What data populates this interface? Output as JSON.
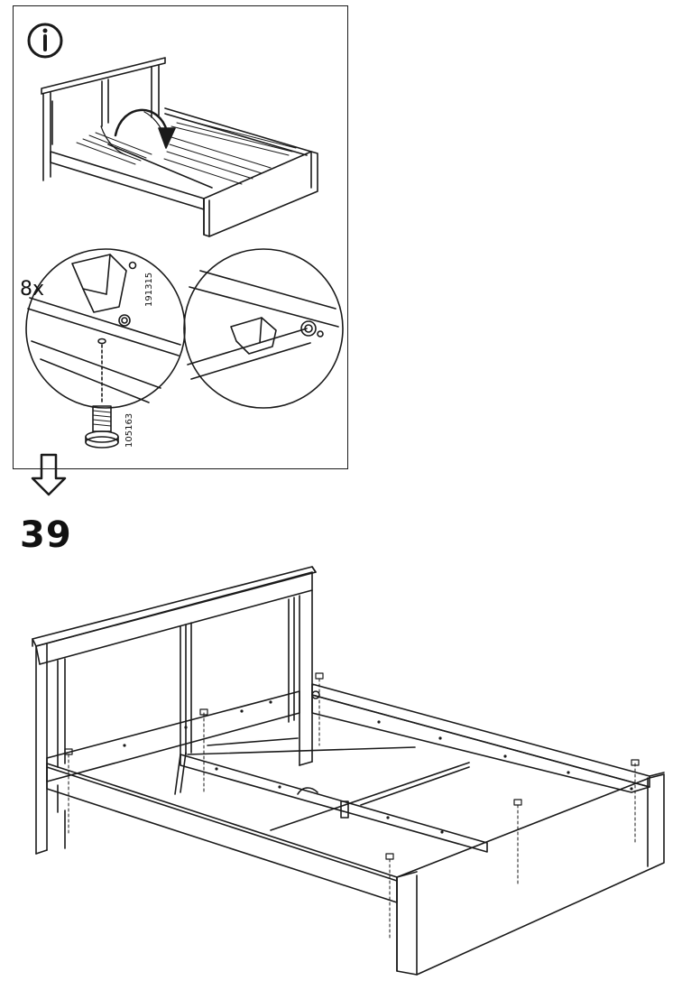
{
  "info_panel": {
    "quantity_label": "8x",
    "part_number_fitting": "191315",
    "part_number_screw": "105163"
  },
  "step": {
    "number": "39"
  },
  "icons": {
    "info": "info-icon",
    "next": "arrow-down-icon"
  },
  "colors": {
    "line": "#1a1a1a",
    "background": "#ffffff"
  }
}
